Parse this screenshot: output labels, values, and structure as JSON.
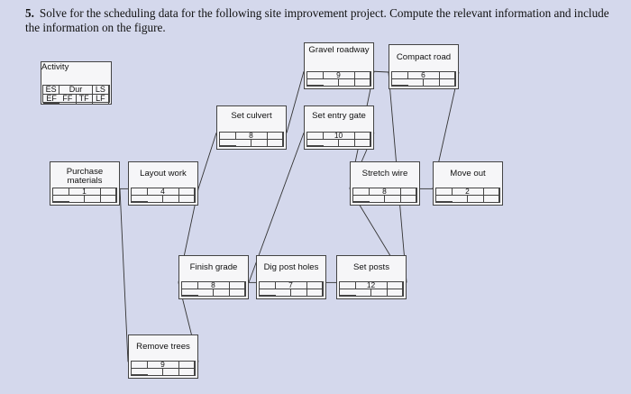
{
  "question": {
    "number": "5.",
    "text": "Solve for the scheduling data for the following site improvement project. Compute the relevant information and include the information on the figure."
  },
  "legend": {
    "title": "Activity",
    "row1": [
      "ES",
      "Dur",
      "LS"
    ],
    "row2": [
      "EF",
      "FF",
      "TF",
      "LF"
    ]
  },
  "activities": [
    {
      "id": "purchase",
      "name": "Purchase materials",
      "duration": "1"
    },
    {
      "id": "layout",
      "name": "Layout work",
      "duration": "4"
    },
    {
      "id": "remove_trees",
      "name": "Remove trees",
      "duration": "9"
    },
    {
      "id": "finish_grade",
      "name": "Finish grade",
      "duration": "8"
    },
    {
      "id": "set_culvert",
      "name": "Set culvert",
      "duration": "8"
    },
    {
      "id": "dig_post_holes",
      "name": "Dig post holes",
      "duration": "7"
    },
    {
      "id": "gravel_roadway",
      "name": "Gravel roadway",
      "duration": "9"
    },
    {
      "id": "set_entry_gate",
      "name": "Set entry gate",
      "duration": "10"
    },
    {
      "id": "set_posts",
      "name": "Set posts",
      "duration": "12"
    },
    {
      "id": "compact_road",
      "name": "Compact road",
      "duration": "6"
    },
    {
      "id": "stretch_wire",
      "name": "Stretch wire",
      "duration": "8"
    },
    {
      "id": "move_out",
      "name": "Move out",
      "duration": "2"
    }
  ],
  "links": [
    [
      "purchase",
      "layout"
    ],
    [
      "purchase",
      "remove_trees"
    ],
    [
      "layout",
      "set_culvert"
    ],
    [
      "layout",
      "finish_grade"
    ],
    [
      "remove_trees",
      "finish_grade"
    ],
    [
      "set_culvert",
      "gravel_roadway"
    ],
    [
      "finish_grade",
      "dig_post_holes"
    ],
    [
      "finish_grade",
      "set_entry_gate"
    ],
    [
      "gravel_roadway",
      "compact_road"
    ],
    [
      "gravel_roadway",
      "stretch_wire"
    ],
    [
      "set_entry_gate",
      "stretch_wire"
    ],
    [
      "dig_post_holes",
      "set_posts"
    ],
    [
      "set_posts",
      "stretch_wire"
    ],
    [
      "set_posts",
      "compact_road"
    ],
    [
      "compact_road",
      "move_out"
    ],
    [
      "stretch_wire",
      "move_out"
    ]
  ]
}
